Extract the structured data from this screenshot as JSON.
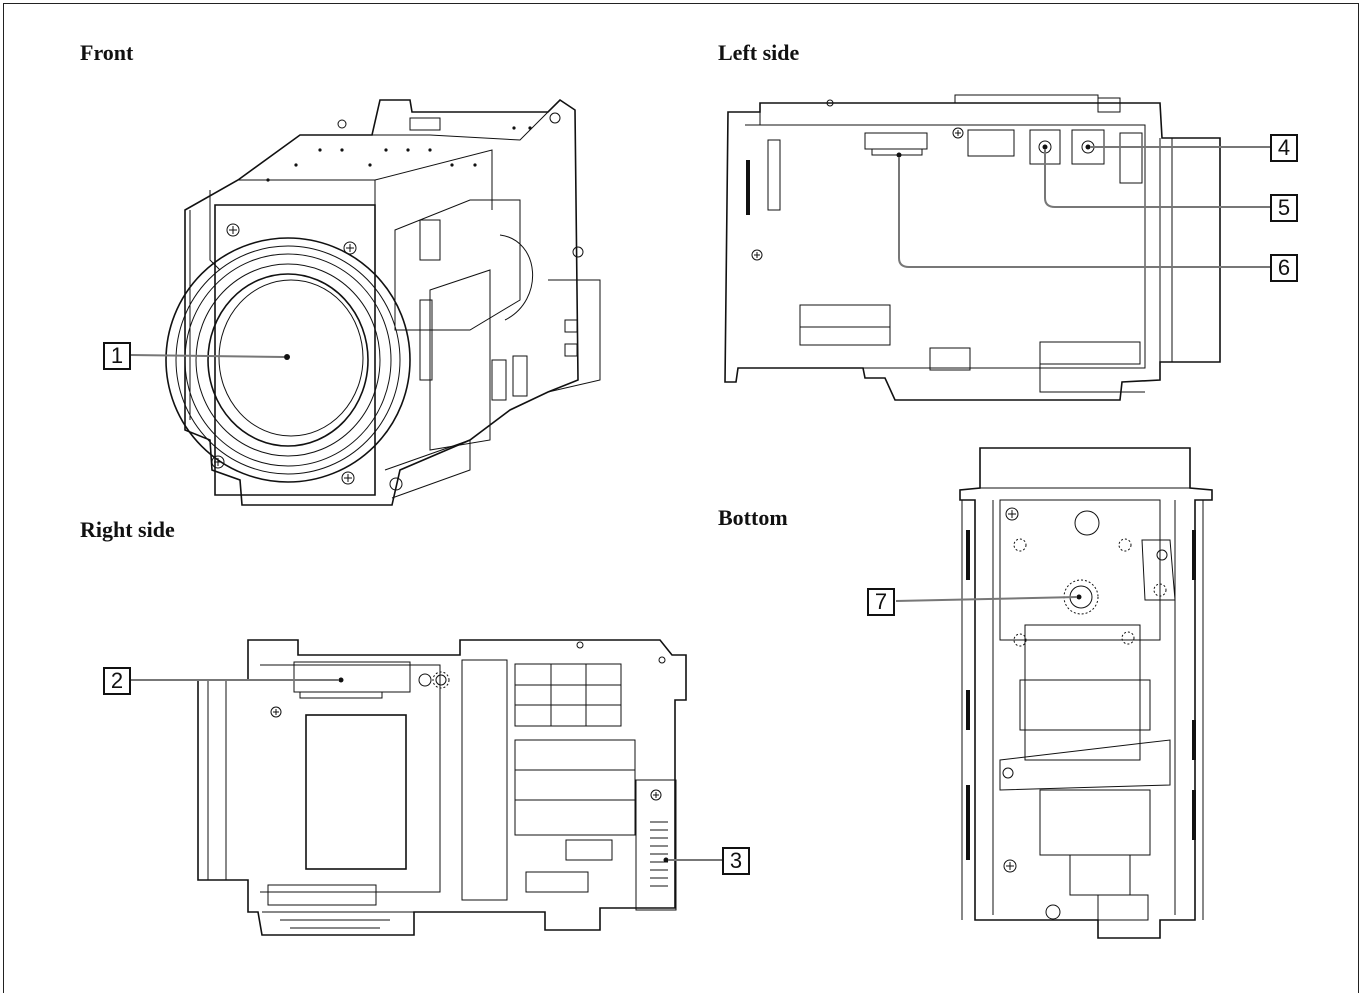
{
  "views": {
    "front": {
      "title": "Front"
    },
    "left": {
      "title": "Left side"
    },
    "right": {
      "title": "Right side"
    },
    "bottom": {
      "title": "Bottom"
    }
  },
  "callouts": {
    "c1": "1",
    "c2": "2",
    "c3": "3",
    "c4": "4",
    "c5": "5",
    "c6": "6",
    "c7": "7"
  }
}
